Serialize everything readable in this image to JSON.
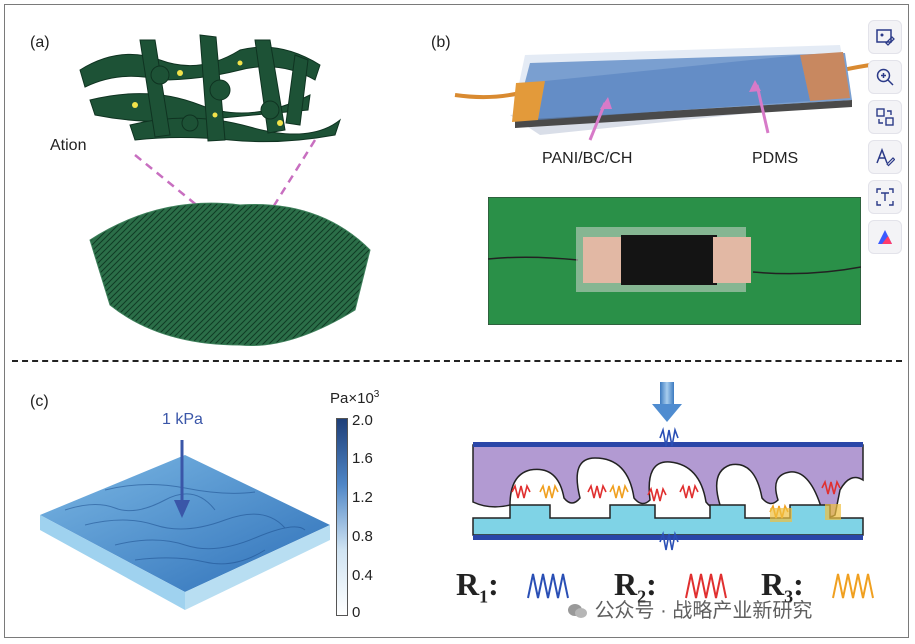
{
  "panels": {
    "a": {
      "label": "(a)",
      "callout": "Ation"
    },
    "b": {
      "label": "(b)",
      "callout_left": "PANI/BC/CH",
      "callout_right": "PDMS"
    },
    "c": {
      "label": "(c)",
      "pressure": "1 kPa",
      "colorbar_title": "Pa×10",
      "colorbar_exp": "3",
      "colorbar_ticks": [
        "2.0",
        "1.6",
        "1.2",
        "0.8",
        "0.4",
        "0"
      ]
    }
  },
  "resistors": {
    "r1": "R",
    "r1_sub": "1",
    "r2": "R",
    "r2_sub": "2",
    "r3": "R",
    "r3_sub": "3",
    "colon": ":"
  },
  "watermark": "公众号 · 战略产业新研究",
  "toolbar": {
    "items": [
      {
        "icon": "image-edit-icon"
      },
      {
        "icon": "zoom-in-icon"
      },
      {
        "icon": "swap-icon"
      },
      {
        "icon": "text-edit-icon"
      },
      {
        "icon": "text-extract-icon"
      },
      {
        "icon": "ai-assistant-icon"
      }
    ]
  },
  "colors": {
    "hydrogel": "#1f5a3a",
    "pdms_top": "#8fb4dd",
    "substrate": "#2a8f4a",
    "electrode": "#d48a5a",
    "purple": "#b29ad2",
    "cyan": "#7fd3e6",
    "r1": "#2a4fb5",
    "r2": "#e03030",
    "r3": "#f0a020"
  }
}
